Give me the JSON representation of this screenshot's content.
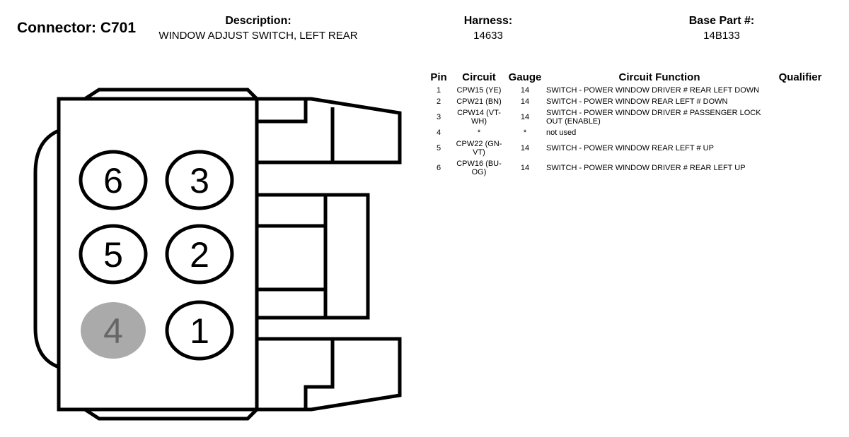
{
  "header": {
    "connector_label": "Connector: C701",
    "description_label": "Description:",
    "description_value": "WINDOW ADJUST SWITCH, LEFT REAR",
    "harness_label": "Harness:",
    "harness_value": "14633",
    "base_part_label": "Base Part #:",
    "base_part_value": "14B133"
  },
  "table": {
    "columns": [
      "Pin",
      "Circuit",
      "Gauge",
      "Circuit Function",
      "Qualifier"
    ],
    "rows": [
      {
        "pin": "1",
        "circuit": "CPW15 (YE)",
        "gauge": "14",
        "function": "SWITCH - POWER WINDOW DRIVER # REAR LEFT DOWN",
        "qualifier": ""
      },
      {
        "pin": "2",
        "circuit": "CPW21 (BN)",
        "gauge": "14",
        "function": "SWITCH - POWER WINDOW REAR LEFT # DOWN",
        "qualifier": ""
      },
      {
        "pin": "3",
        "circuit": "CPW14 (VT-WH)",
        "gauge": "14",
        "function": "SWITCH - POWER WINDOW DRIVER # PASSENGER LOCK OUT (ENABLE)",
        "qualifier": ""
      },
      {
        "pin": "4",
        "circuit": "*",
        "gauge": "*",
        "function": "not used",
        "qualifier": ""
      },
      {
        "pin": "5",
        "circuit": "CPW22 (GN-VT)",
        "gauge": "14",
        "function": "SWITCH - POWER WINDOW REAR LEFT # UP",
        "qualifier": ""
      },
      {
        "pin": "6",
        "circuit": "CPW16 (BU-OG)",
        "gauge": "14",
        "function": "SWITCH - POWER WINDOW DRIVER # REAR LEFT UP",
        "qualifier": ""
      }
    ]
  },
  "diagram": {
    "pins": [
      {
        "label": "6",
        "used": true
      },
      {
        "label": "3",
        "used": true
      },
      {
        "label": "5",
        "used": true
      },
      {
        "label": "2",
        "used": true
      },
      {
        "label": "4",
        "used": false
      },
      {
        "label": "1",
        "used": true
      }
    ],
    "unused_pin_color": "#aaaaaa",
    "outline_color": "#000000"
  }
}
